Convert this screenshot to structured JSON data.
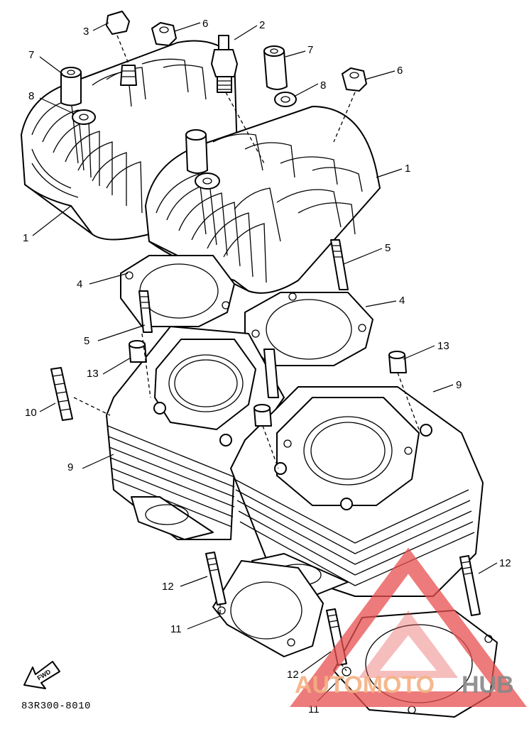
{
  "diagram": {
    "part_numbers": {
      "p1": "1",
      "p2": "2",
      "p3": "3",
      "p4": "4",
      "p5": "5",
      "p6": "6",
      "p7": "7",
      "p8": "8",
      "p9": "9",
      "p10": "10",
      "p11": "11",
      "p12": "12",
      "p13": "13"
    },
    "fwd_label": "FWD",
    "ref_code": "83R300-8010"
  },
  "watermark": {
    "text_left": "AUTOMOTO",
    "text_right": "HUB",
    "color_left": "#f4b183",
    "color_right": "#888888",
    "logo_color": "#e8504f"
  }
}
